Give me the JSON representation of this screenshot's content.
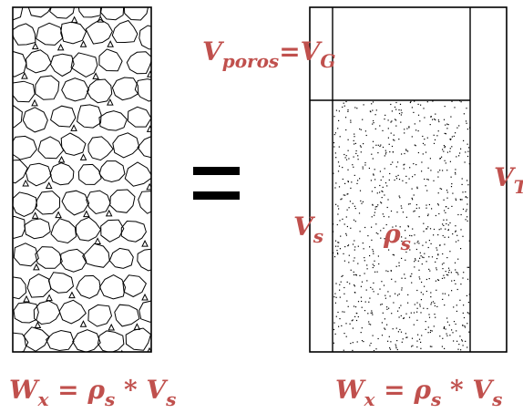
{
  "colors": {
    "label": "#c0504d",
    "ink": "#000000",
    "background": "#ffffff"
  },
  "labels": {
    "v_poros": {
      "main": "V",
      "sub": "poros",
      "rest": "=V",
      "sub2": "G"
    },
    "v_t": {
      "main": "V",
      "sub": "T"
    },
    "v_s": {
      "main": "V",
      "sub": "s"
    },
    "rho_s": {
      "main": "ρ",
      "sub": "s"
    },
    "equals": "=",
    "formula_left": {
      "w": "W",
      "w_sub": "x",
      "eq": " = ρ",
      "rho_sub": "s",
      "mul": " * V",
      "v_sub": "s"
    },
    "formula_right": {
      "w": "W",
      "w_sub": "x",
      "eq": " = ρ",
      "rho_sub": "s",
      "mul": " * V",
      "v_sub": "s"
    }
  }
}
